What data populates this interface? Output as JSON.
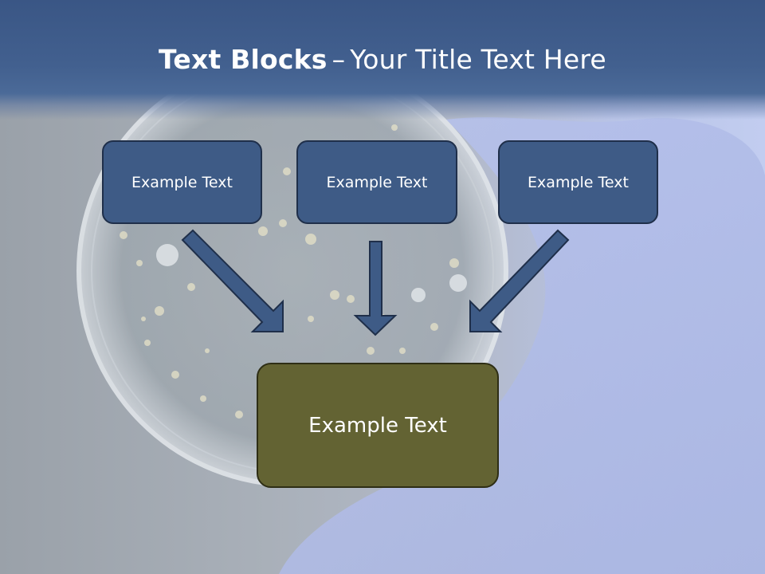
{
  "title": {
    "bold": "Text Blocks",
    "dash": "–",
    "rest": "Your Title Text Here"
  },
  "boxes": [
    {
      "label": "Example Text"
    },
    {
      "label": "Example Text"
    },
    {
      "label": "Example Text"
    }
  ],
  "main_box": {
    "label": "Example Text"
  },
  "colors": {
    "header_band": "#42608f",
    "box_fill": "#3e5b86",
    "box_border": "#1f2f4a",
    "main_box_fill": "#636333",
    "text": "#ffffff"
  }
}
